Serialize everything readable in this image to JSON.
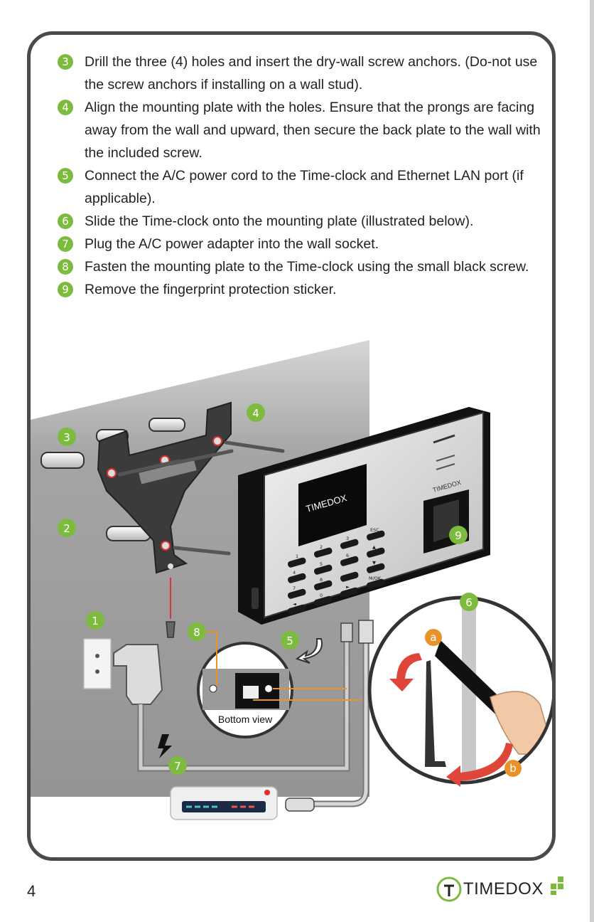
{
  "steps": [
    {
      "num": "3",
      "text": "Drill the three (4) holes and insert the dry-wall screw anchors. (Do-not use the screw anchors if installing on a wall stud)."
    },
    {
      "num": "4",
      "text": "Align the mounting plate with the holes. Ensure that the prongs are facing away from the wall and upward, then secure the back plate to the wall with the included screw."
    },
    {
      "num": "5",
      "text": "Connect the A/C power cord to the Time-clock and Ethernet LAN port (if applicable)."
    },
    {
      "num": "6",
      "text": "Slide the Time-clock onto the mounting plate (illustrated below)."
    },
    {
      "num": "7",
      "text": "Plug the A/C power adapter into the wall socket."
    },
    {
      "num": "8",
      "text": "Fasten the mounting plate to the Time-clock using the small black screw."
    },
    {
      "num": "9",
      "text": "Remove the fingerprint protection sticker."
    }
  ],
  "diagram": {
    "badges": {
      "b1": "1",
      "b2": "2",
      "b3": "3",
      "b4": "4",
      "b5": "5",
      "b6": "6",
      "b7": "7",
      "b8": "8",
      "b9": "9",
      "ba": "a",
      "bb": "b"
    },
    "screen_brand": "TIMEDOX",
    "panel_brand": "TIMEDOX",
    "bottom_view_label": "Bottom view",
    "keys": [
      "1",
      "2",
      "3",
      "ESC",
      "4",
      "5",
      "6",
      "▲",
      "7",
      "8",
      "0",
      "▼",
      "◄",
      "►",
      "M/OK"
    ]
  },
  "footer": {
    "page_number": "4",
    "brand": "TIMEDOX"
  },
  "colors": {
    "green": "#7dbb3f",
    "orange": "#e8922c",
    "frame": "#4a4a4a",
    "wall": "#9a9a9a"
  }
}
